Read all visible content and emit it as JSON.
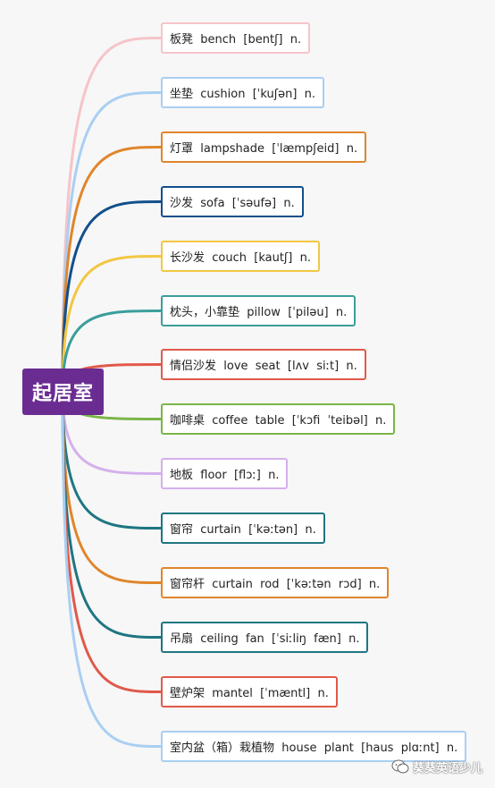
{
  "center": {
    "label": "起居室",
    "color": "#6a2c91"
  },
  "items": [
    {
      "text": "板凳  bench  [bentʃ]  n.",
      "color": "#f6c4c9"
    },
    {
      "text": "坐垫  cushion  [ˈkuʃən]  n.",
      "color": "#a9cff2"
    },
    {
      "text": "灯罩  lampshade  [ˈlæmpʃeid]  n.",
      "color": "#e0852b"
    },
    {
      "text": "沙发  sofa  [ˈsəufə]  n.",
      "color": "#124f8c"
    },
    {
      "text": "长沙发  couch  [kautʃ]  n.",
      "color": "#f2c744"
    },
    {
      "text": "枕头，小靠垫  pillow  [ˈpiləu]  n.",
      "color": "#3b9e9b"
    },
    {
      "text": "情侣沙发  love  seat  [lʌv  siːt]  n.",
      "color": "#e0594a"
    },
    {
      "text": "咖啡桌  coffee  table  [ˈkɔfi  ˈteibəl]  n.",
      "color": "#7ab648"
    },
    {
      "text": "地板  floor  [flɔː]  n.",
      "color": "#d4b0ec"
    },
    {
      "text": "窗帘  curtain  [ˈkəːtən]  n.",
      "color": "#1f7682"
    },
    {
      "text": "窗帘杆  curtain  rod  [ˈkəːtən  rɔd]  n.",
      "color": "#e0852b"
    },
    {
      "text": "吊扇  ceiling  fan  [ˈsiːliŋ  fæn]  n.",
      "color": "#1f7682"
    },
    {
      "text": "壁炉架  mantel  [ˈmæntl]  n.",
      "color": "#e0594a"
    },
    {
      "text": "室内盆（箱）栽植物  house  plant  [haus  plɑːnt]  n.",
      "color": "#a9cff2"
    }
  ],
  "watermark": {
    "text": "葵葵英语少儿",
    "icon": "wechat-icon"
  }
}
